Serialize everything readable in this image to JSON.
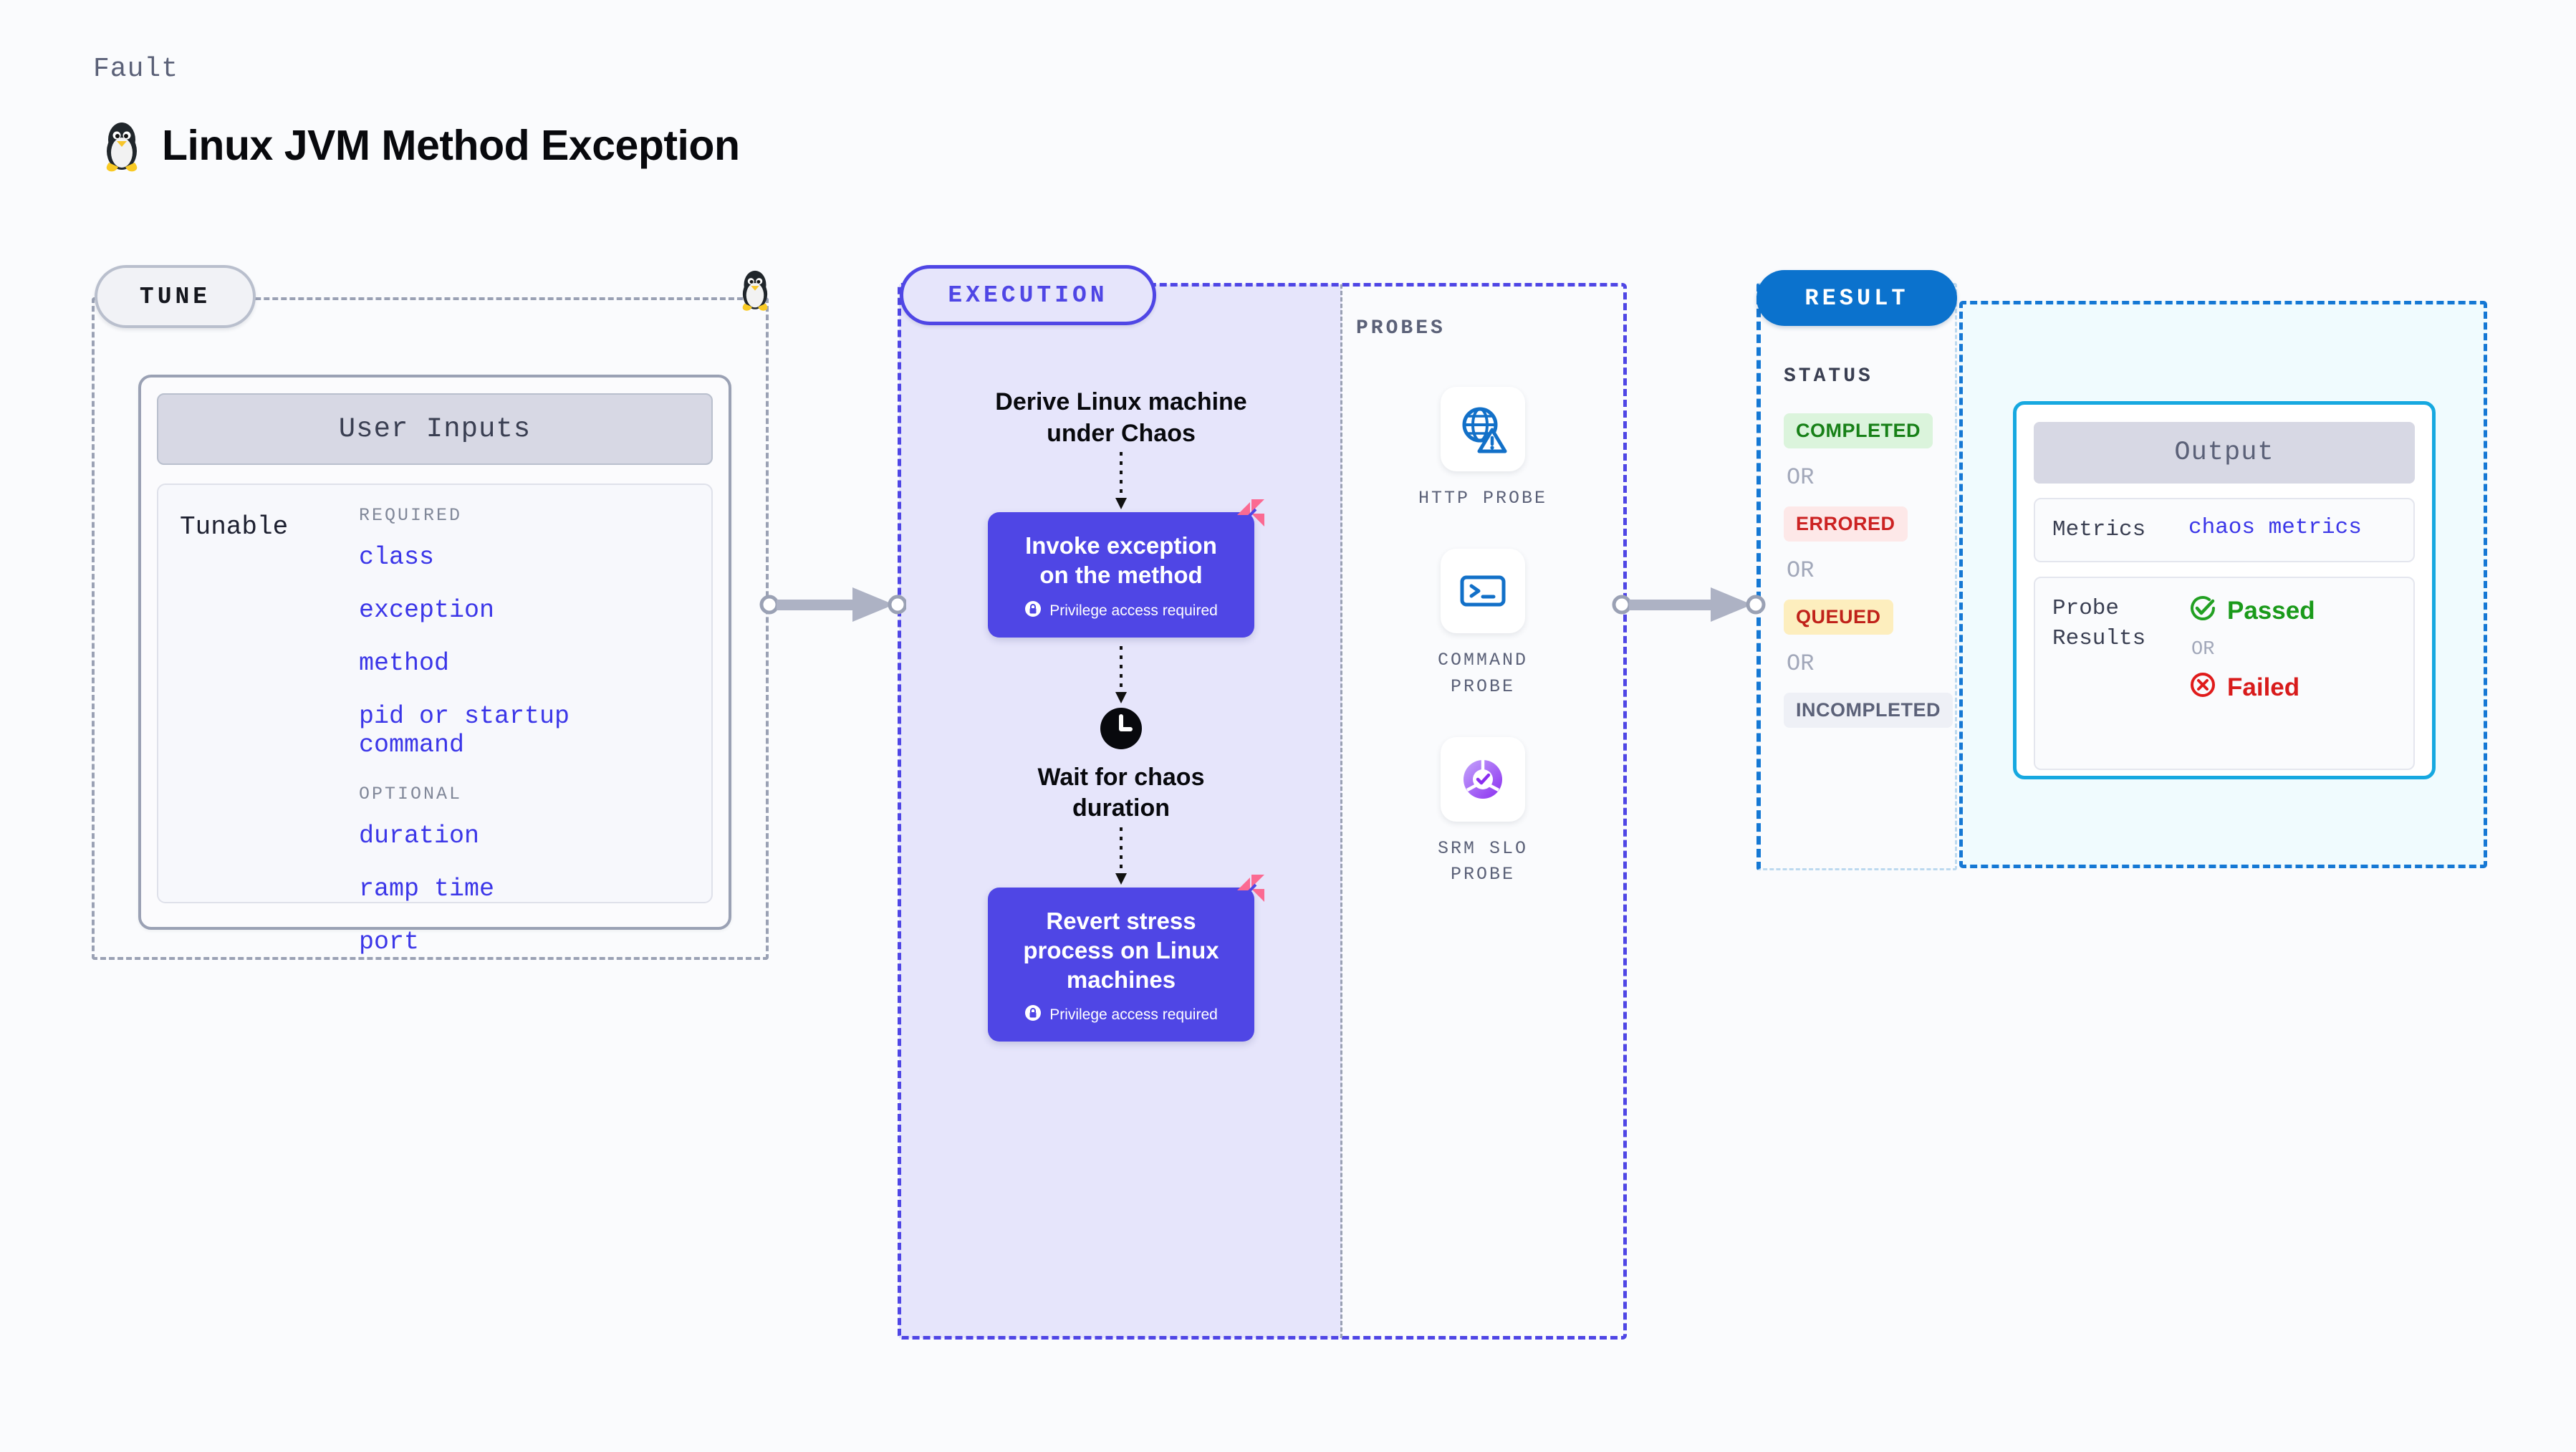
{
  "header": {
    "eyebrow": "Fault",
    "title": "Linux JVM Method Exception",
    "icon": "linux-penguin-icon"
  },
  "colors": {
    "accent_purple": "#4f46e5",
    "accent_blue": "#0b72cd",
    "accent_cyan": "#16a8e0",
    "tunable_text": "#3b36e8",
    "ribbon_pink": "#fb6a92",
    "success_green": "#1a8f1a",
    "error_red": "#cc2222",
    "queued_amber": "#fdeebe"
  },
  "tune": {
    "pill_label": "TUNE",
    "card_title": "User Inputs",
    "tunable_label": "Tunable",
    "groups": [
      {
        "label": "REQUIRED",
        "items": [
          "class",
          "exception",
          "method",
          "pid or startup command"
        ]
      },
      {
        "label": "OPTIONAL",
        "items": [
          "duration",
          "ramp time",
          "port"
        ]
      }
    ]
  },
  "execution": {
    "pill_label": "EXECUTION",
    "steps": [
      {
        "type": "text",
        "title": "Derive Linux machine under Chaos"
      },
      {
        "type": "card",
        "title": "Invoke exception on the method",
        "privilege_note": "Privilege access required",
        "has_ribbon": true
      },
      {
        "type": "clock",
        "title": "Wait for chaos duration"
      },
      {
        "type": "card",
        "title": "Revert stress process on Linux machines",
        "privilege_note": "Privilege access required",
        "has_ribbon": true
      }
    ]
  },
  "probes": {
    "label": "PROBES",
    "items": [
      {
        "name": "HTTP PROBE",
        "icon": "globe-warning-icon"
      },
      {
        "name": "COMMAND PROBE",
        "icon": "terminal-icon"
      },
      {
        "name": "SRM SLO PROBE",
        "icon": "slo-donut-check-icon"
      }
    ]
  },
  "result": {
    "pill_label": "RESULT",
    "status_label": "STATUS",
    "or_label": "OR",
    "statuses": [
      {
        "label": "COMPLETED",
        "bg": "#dbf4dc",
        "fg": "#178017"
      },
      {
        "label": "ERRORED",
        "bg": "#fde8e8",
        "fg": "#cc2222"
      },
      {
        "label": "QUEUED",
        "bg": "#fdeebe",
        "fg": "#c0221a"
      },
      {
        "label": "INCOMPLETED",
        "bg": "#eef0f6",
        "fg": "#5b6178"
      }
    ]
  },
  "output": {
    "title": "Output",
    "metrics_label": "Metrics",
    "metrics_value": "chaos metrics",
    "probe_results_label": "Probe Results",
    "passed_label": "Passed",
    "failed_label": "Failed",
    "or_label": "OR"
  }
}
